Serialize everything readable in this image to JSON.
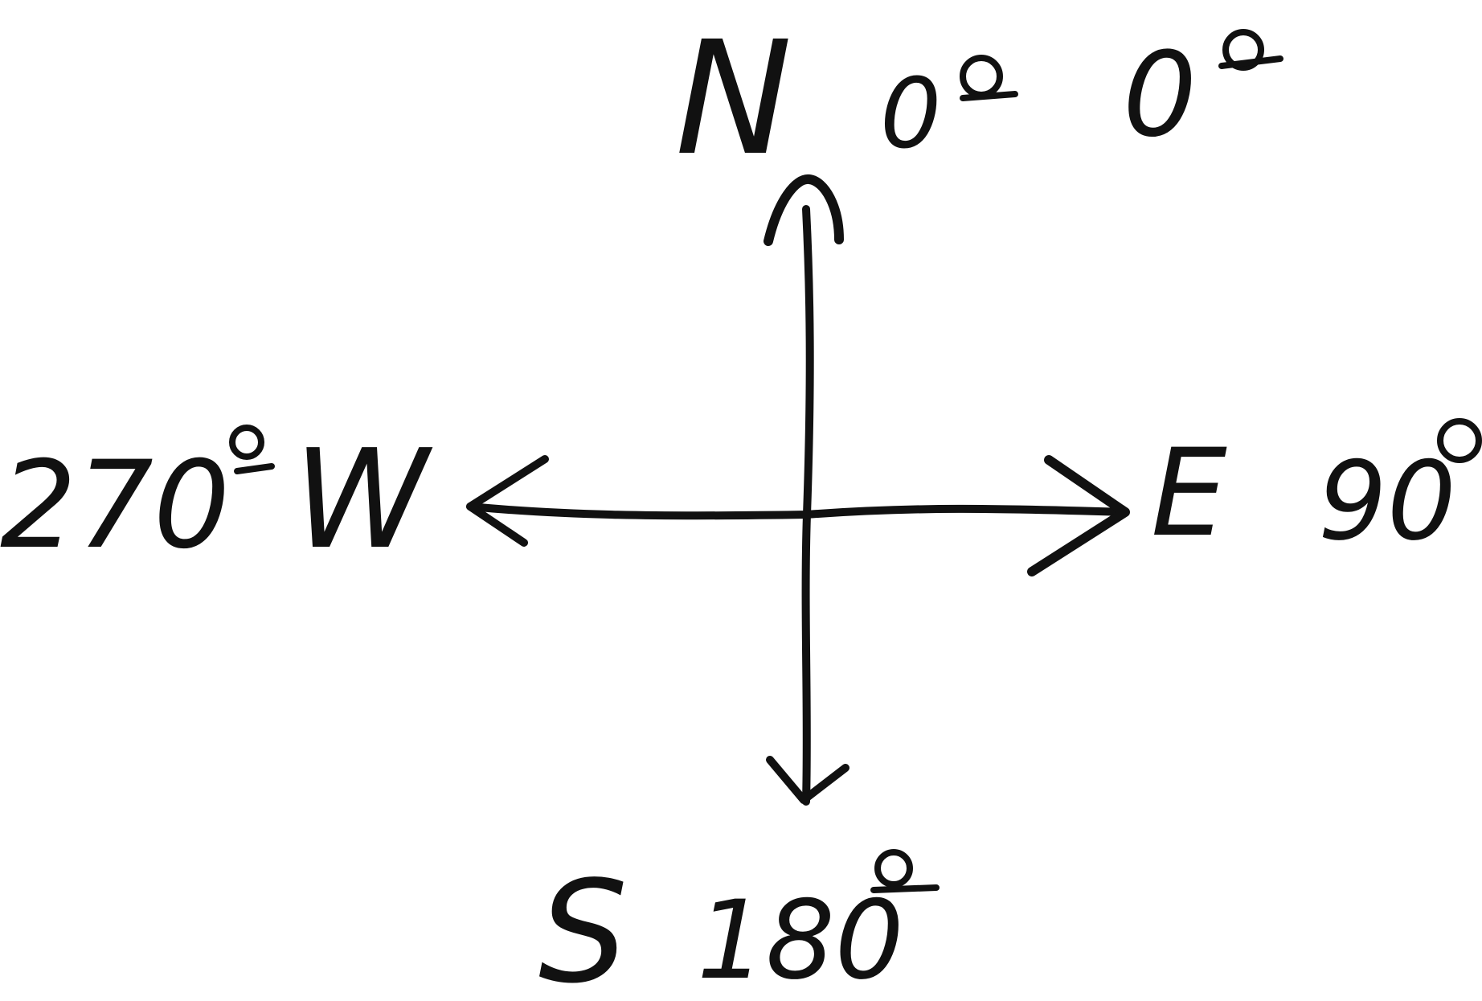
{
  "diagram": {
    "labels": {
      "north_letter": "N",
      "north_degree_a": "0",
      "north_degree_b": "0",
      "east_letter": "E",
      "east_degree": "90",
      "south_letter": "S",
      "south_degree": "180",
      "west_degree": "270",
      "west_letter": "W"
    },
    "colors": {
      "ink": "#111111",
      "background": "#ffffff"
    }
  }
}
